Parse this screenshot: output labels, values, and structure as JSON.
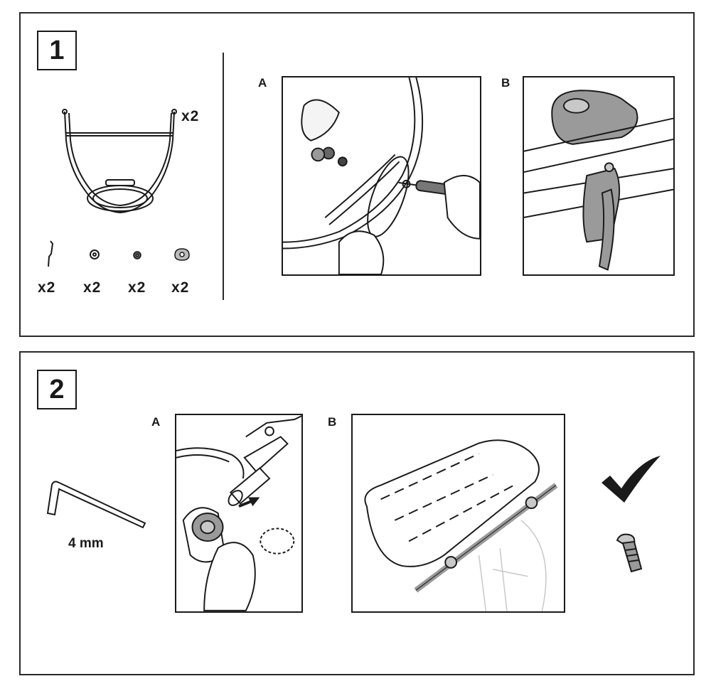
{
  "steps": [
    {
      "number": "1",
      "part_qty": "x2",
      "hardware": [
        {
          "icon": "strap-icon",
          "qty": "x2"
        },
        {
          "icon": "washer-icon",
          "qty": "x2"
        },
        {
          "icon": "nut-icon",
          "qty": "x2"
        },
        {
          "icon": "clip-icon",
          "qty": "x2"
        }
      ],
      "figures": [
        "A",
        "B"
      ]
    },
    {
      "number": "2",
      "tool_size": "4 mm",
      "figures": [
        "A",
        "B"
      ]
    }
  ],
  "colors": {
    "line": "#1a1a1a",
    "fill_gray": "#9a9a9a",
    "fill_light": "#c8c8c8"
  }
}
